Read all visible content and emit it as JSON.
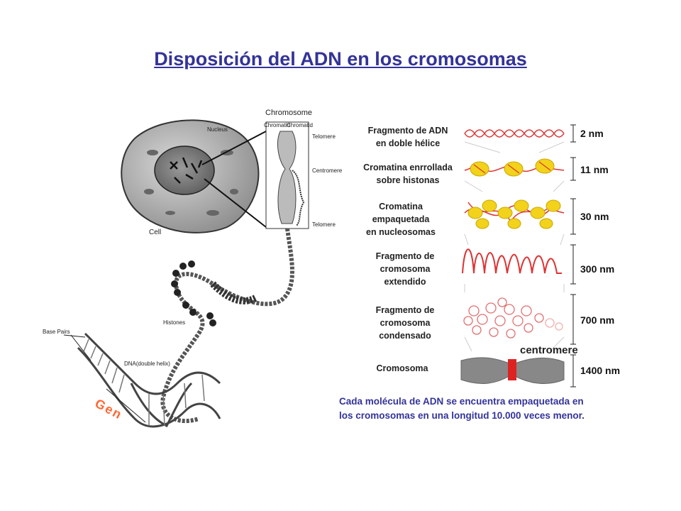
{
  "title": "Disposición del ADN en los cromosomas",
  "cell_figure": {
    "chromosome": "Chromosome",
    "chromatid_left": "Chromatid",
    "chromatid_right": "Chromatid",
    "nucleus": "Nucleus",
    "telomere_top": "Telomere",
    "centromere": "Centromere",
    "telomere_bottom": "Telomere",
    "cell": "Cell",
    "histones": "Histones",
    "base_pairs": "Base Pairs",
    "dna": "DNA(double helix)",
    "gen": "Gen"
  },
  "levels": [
    {
      "label_lines": [
        "Fragmento de ADN",
        "en doble hélice"
      ],
      "size": "2 nm"
    },
    {
      "label_lines": [
        "Cromatina enrrollada",
        "sobre histonas"
      ],
      "size": "11 nm"
    },
    {
      "label_lines": [
        "Cromatina",
        "empaquetada",
        "en nucleosomas"
      ],
      "size": "30 nm"
    },
    {
      "label_lines": [
        "Fragmento de",
        "cromosoma",
        "extendido"
      ],
      "size": "300 nm"
    },
    {
      "label_lines": [
        "Fragmento de",
        "cromosoma",
        "condensado"
      ],
      "size": "700 nm"
    },
    {
      "label_lines": [
        "Cromosoma"
      ],
      "size": "1400 nm"
    }
  ],
  "centromere_label": "centromere",
  "caption_lines": [
    "Cada molécula de ADN se encuentra empaquetada en",
    "los cromosomas en una longitud 10.000 veces menor."
  ],
  "colors": {
    "title": "#333399",
    "caption": "#333399",
    "dna_red": "#dd3333",
    "histone_yellow": "#f2d21a",
    "gen": "#ff6633"
  }
}
